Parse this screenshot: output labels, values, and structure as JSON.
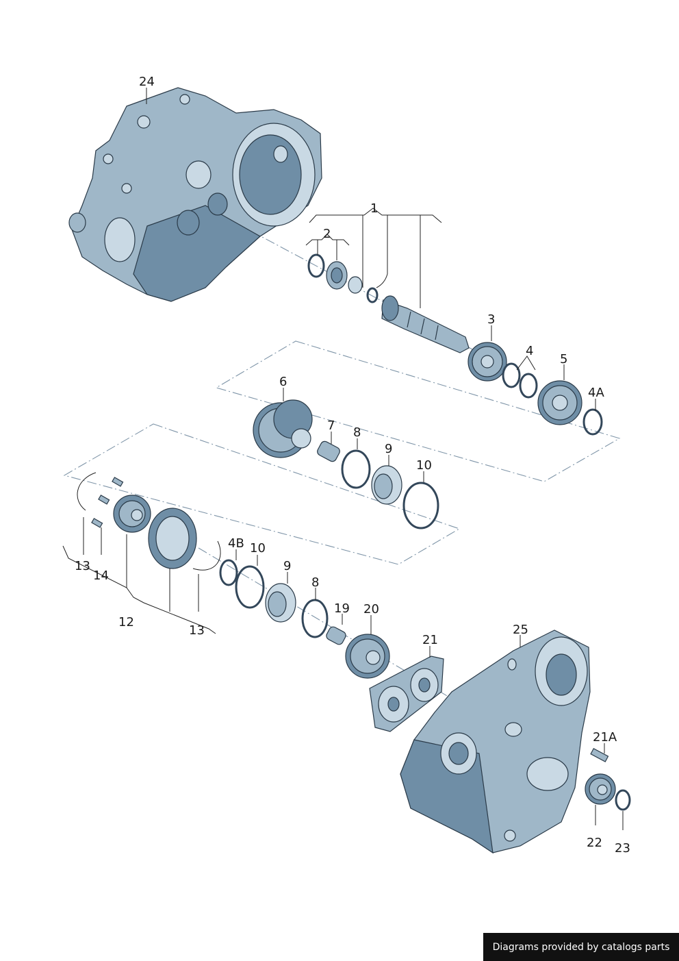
{
  "callouts": {
    "c1": "1",
    "c2": "2",
    "c3": "3",
    "c4": "4",
    "c5": "5",
    "c4A": "4A",
    "c6": "6",
    "c7": "7",
    "c8a": "8",
    "c9a": "9",
    "c10a": "10",
    "c4B": "4B",
    "c10b": "10",
    "c9b": "9",
    "c8b": "8",
    "c19": "19",
    "c20": "20",
    "c21": "21",
    "c25": "25",
    "c21A": "21A",
    "c22": "22",
    "c23": "23",
    "c24": "24",
    "c12": "12",
    "c13a": "13",
    "c14": "14",
    "c13b": "13"
  },
  "credit": "Diagrams provided by catalogs parts",
  "colors": {
    "metal": "#9fb7c8",
    "shadow": "#6f8ea6",
    "highlight": "#c9d9e4",
    "outline": "#2a3a48",
    "leader": "#222222",
    "group_box": "#7f95a8"
  }
}
